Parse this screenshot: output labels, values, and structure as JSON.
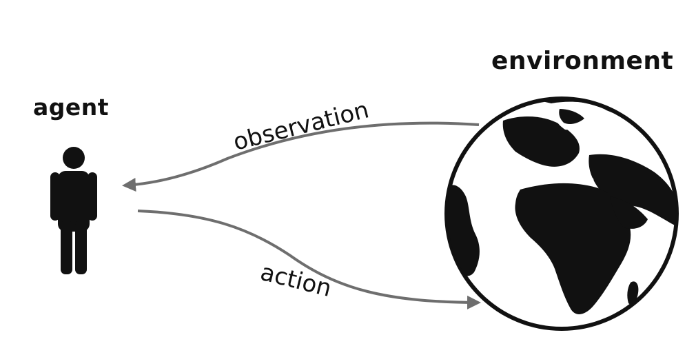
{
  "nodes": {
    "agent": {
      "label": "agent"
    },
    "environment": {
      "label": "environment"
    }
  },
  "edges": [
    {
      "label": "observation",
      "from": "environment",
      "to": "agent"
    },
    {
      "label": "action",
      "from": "agent",
      "to": "environment"
    }
  ],
  "colors": {
    "arrow": "#6e6e6e",
    "ink": "#111111",
    "background": "#ffffff"
  },
  "icons": {
    "agent": "person-icon",
    "environment": "globe-icon"
  }
}
